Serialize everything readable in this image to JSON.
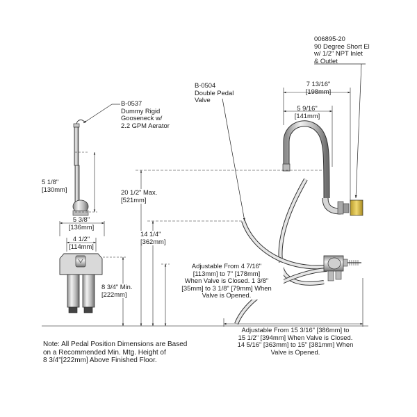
{
  "callouts": {
    "el_fitting": "006895-20\n90 Degree Short El\nw/ 1/2\" NPT Inlet\n& Outlet",
    "gooseneck": "B-0537\nDummy Rigid\nGooseneck w/\n2.2 GPM Aerator",
    "pedal_valve": "B-0504\nDouble Pedal\nValve"
  },
  "dimensions": {
    "width_7_13_16": "7 13/16\"\n[198mm]",
    "width_5_9_16": "5 9/16\"\n[141mm]",
    "height_5_1_8": "5 1/8\"\n[130mm]",
    "height_20_1_2": "20 1/2\" Max.\n[521mm]",
    "width_5_3_8": "5 3/8\"\n[136mm]",
    "width_4_1_2": "4 1/2\"\n[114mm]",
    "height_14_1_4": "14 1/4\"\n[362mm]",
    "height_8_3_4": "8 3/4\" Min.\n[222mm]",
    "pedal_height_adjust": "Adjustable From 4 7/16\"\n[113mm] to 7\" [178mm]\nWhen Valve is Closed. 1 3/8\"\n[35mm] to 3 1/8\" [79mm] When\nValve is Opened.",
    "pedal_reach_adjust": "Adjustable From 15 3/16\" [386mm] to\n15 1/2\" [394mm] When Valve is Closed.\n14 5/16\" [363mm] to 15\" [381mm] When\nValve is Opened."
  },
  "note": "Note: All Pedal Position Dimensions are Based\non a Recommended Min. Mtg. Height of\n8 3/4\"[222mm] Above Finished Floor."
}
